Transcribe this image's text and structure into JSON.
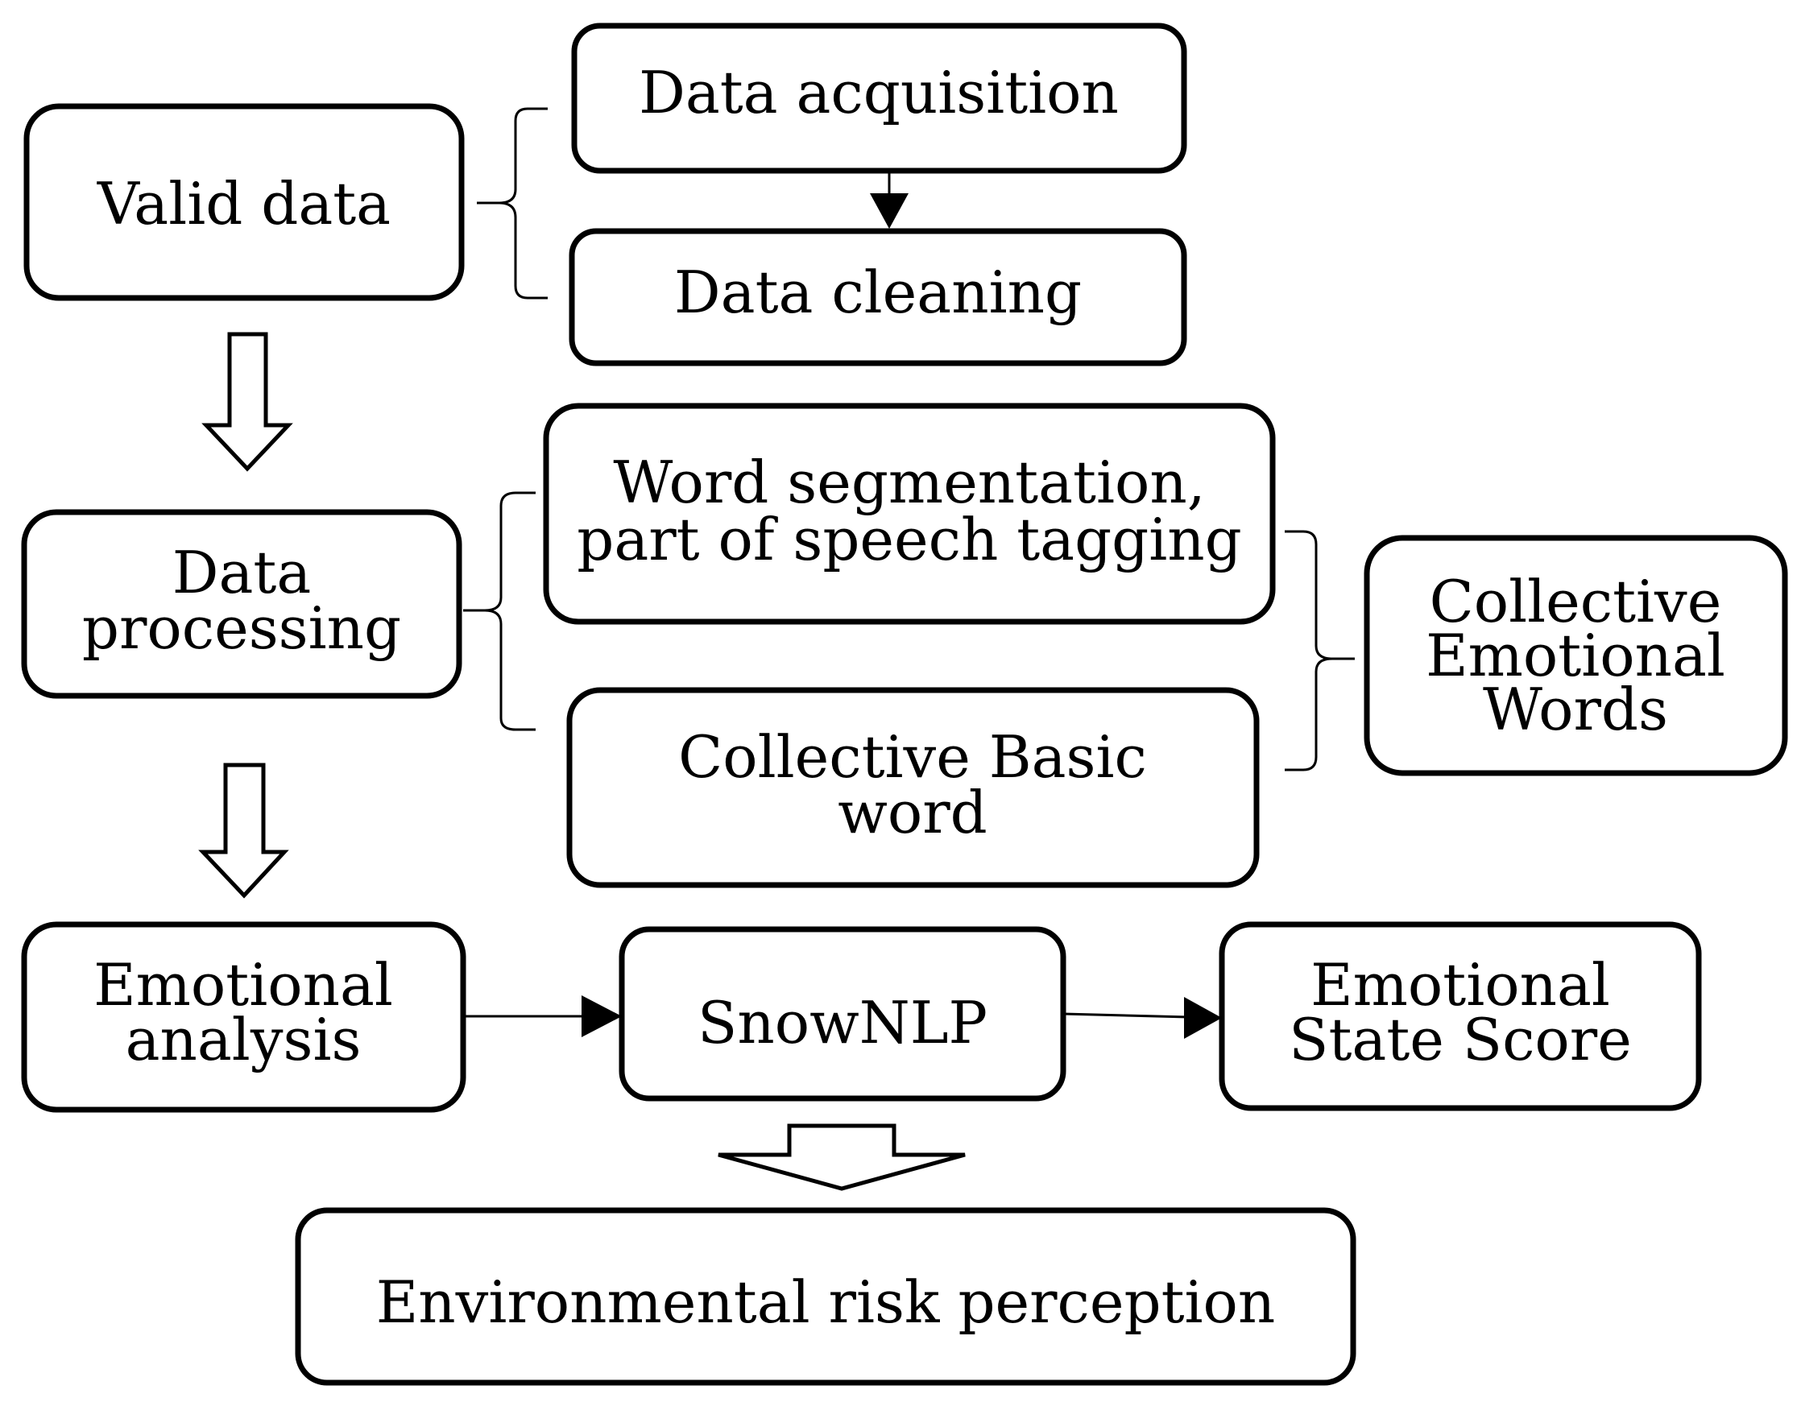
{
  "nodes": {
    "valid_data": "Valid data",
    "data_acquisition": "Data acquisition",
    "data_cleaning": "Data cleaning",
    "data_processing": [
      "Data",
      "processing"
    ],
    "word_segmentation": [
      "Word segmentation,",
      "part of speech tagging"
    ],
    "collective_basic_word": [
      "Collective Basic",
      "word"
    ],
    "collective_emotional_words": [
      "Collective",
      "Emotional",
      "Words"
    ],
    "emotional_analysis": [
      "Emotional",
      "analysis"
    ],
    "snownlp": "SnowNLP",
    "emotional_state_score": [
      "Emotional",
      "State Score"
    ],
    "environmental_risk_perception": "Environmental risk perception"
  }
}
